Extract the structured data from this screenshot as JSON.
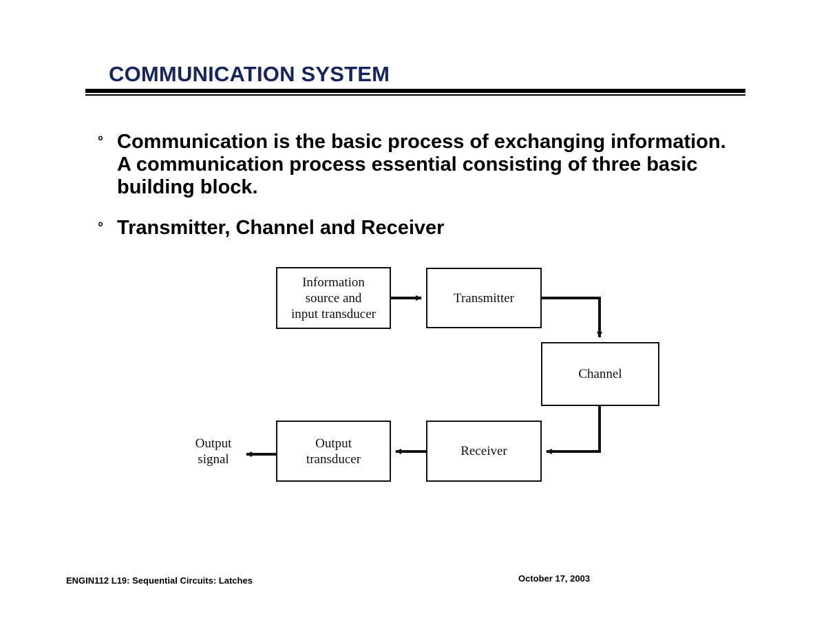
{
  "slide": {
    "title": "COMMUNICATION SYSTEM",
    "title_color": "#16255c",
    "bullet_marker": "°",
    "bullets": [
      "Communication is the basic process of exchanging information. A communication process essential consisting of three basic building block.",
      "Transmitter, Channel and Receiver"
    ]
  },
  "diagram": {
    "type": "block-diagram",
    "blocks": [
      {
        "id": "info-source",
        "label": "Information\nsource and\ninput transducer"
      },
      {
        "id": "transmitter",
        "label": "Transmitter"
      },
      {
        "id": "channel",
        "label": "Channel"
      },
      {
        "id": "receiver",
        "label": "Receiver"
      },
      {
        "id": "output-transducer",
        "label": "Output\ntransducer"
      }
    ],
    "labels": [
      {
        "id": "output-signal",
        "label": "Output\nsignal"
      }
    ],
    "connections": [
      {
        "from": "info-source",
        "to": "transmitter",
        "style": "straight-right"
      },
      {
        "from": "transmitter",
        "to": "channel",
        "style": "right-then-down"
      },
      {
        "from": "channel",
        "to": "receiver",
        "style": "down-then-left"
      },
      {
        "from": "receiver",
        "to": "output-transducer",
        "style": "straight-left"
      },
      {
        "from": "output-transducer",
        "to": "output-signal",
        "style": "straight-left"
      }
    ],
    "line_color": "#111111"
  },
  "footer": {
    "left": "ENGIN112  L19: Sequential Circuits: Latches",
    "right": "October 17, 2003"
  }
}
